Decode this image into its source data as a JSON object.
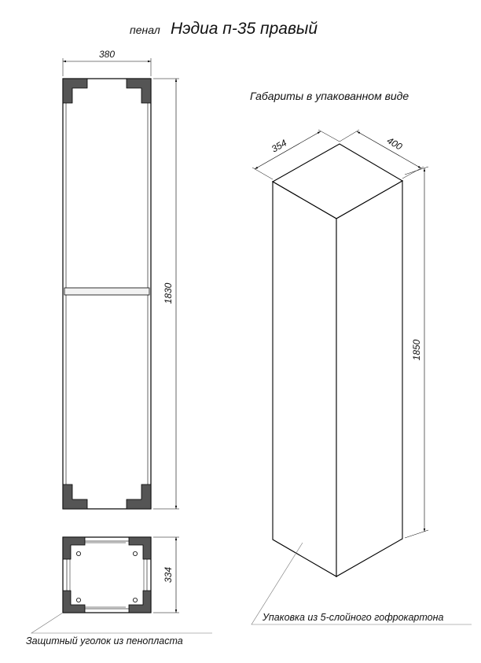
{
  "title": {
    "prefix": "пенал",
    "name": "Нэдиа п-35 правый"
  },
  "packed_heading": "Габариты в упакованном виде",
  "front_view": {
    "width": "380",
    "height": "1830"
  },
  "top_view": {
    "depth": "334"
  },
  "package_view": {
    "depth": "354",
    "width": "400",
    "height": "1850"
  },
  "notes": {
    "packaging": "Упаковка из 5-слойного гофрокартона",
    "corner": "Защитный уголок из пенопласта"
  }
}
